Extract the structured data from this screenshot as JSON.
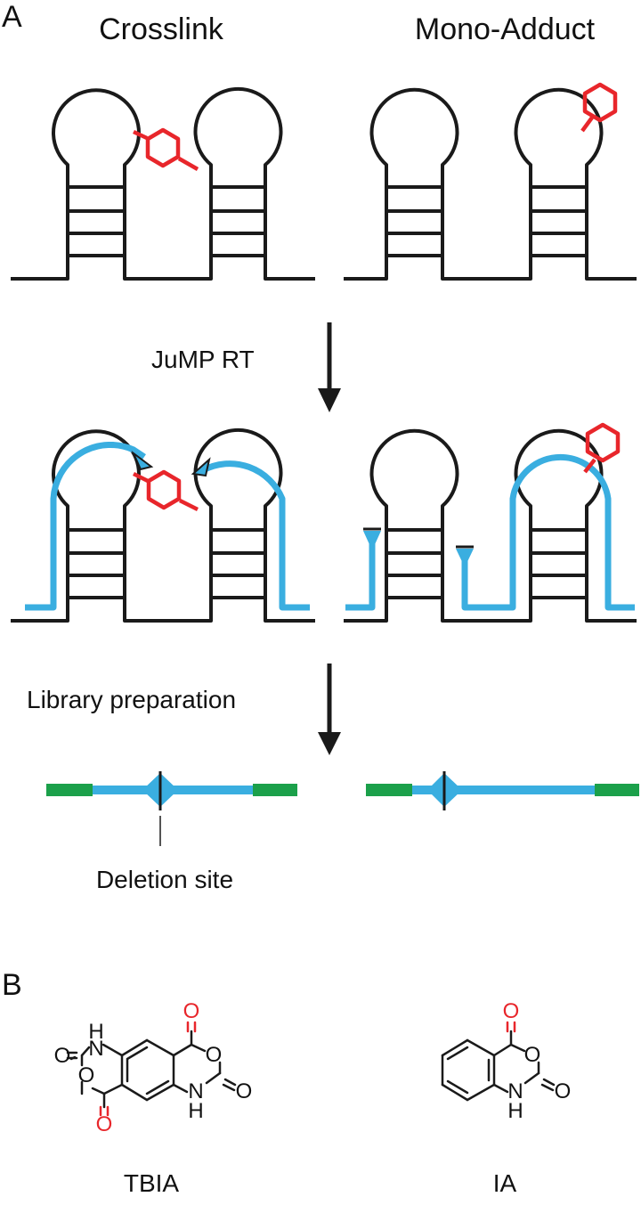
{
  "panels": {
    "a": "A",
    "b": "B"
  },
  "columns": {
    "crosslink": "Crosslink",
    "mono_adduct": "Mono-Adduct"
  },
  "steps": {
    "rt": "JuMP RT",
    "library": "Library preparation",
    "deletion": "Deletion site"
  },
  "molecules": {
    "tbia": {
      "name": "TBIA",
      "H": "H",
      "N": "N",
      "O": "O"
    },
    "ia": {
      "name": "IA",
      "H": "H",
      "N": "N",
      "O": "O"
    }
  },
  "colors": {
    "rna": "#1a1a1a",
    "cdna": "#3aaee0",
    "crosslinker": "#e8262b",
    "adapter": "#1ba04a",
    "carbonyl_oxygen": "#e8262b"
  }
}
